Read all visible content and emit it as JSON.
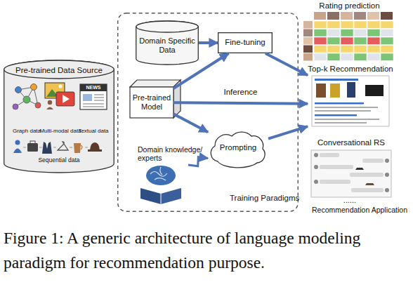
{
  "diagram": {
    "caption": "Figure 1: A generic architecture of language modeling paradigm for recommendation purpose.",
    "nodes": [
      {
        "text": [
          "Pre-trained Data Source",
          "Graph data",
          "Multi-modal data",
          "Textual data",
          "Sequential data"
        ]
      },
      {
        "text": [
          "Training Paradigms"
        ]
      },
      {
        "text": [
          "Domain Specific Data"
        ],
        "in": 1
      },
      {
        "text": [
          "Fine-tuning"
        ],
        "in": 1
      },
      {
        "text": [
          "Pre-trained Model"
        ],
        "in": 1
      },
      {
        "text": [
          "Prompting"
        ],
        "in": 1
      },
      {
        "text": [
          "Domain knowledge/ experts"
        ],
        "in": 1
      },
      {
        "text": [
          "Rating prediction"
        ]
      },
      {
        "text": [
          "Top-k Recommendation"
        ]
      },
      {
        "text": [
          "Conversational RS"
        ]
      }
    ],
    "edges": [
      {
        "from": 2,
        "to": 3,
        "arrow": "to"
      },
      {
        "from": 4,
        "to": 3,
        "arrow": "to"
      },
      {
        "from": 4,
        "to": 5,
        "arrow": "to"
      },
      {
        "from": 6,
        "to": 5,
        "arrow": "to"
      },
      {
        "from": 3,
        "to": 8,
        "arrow": "to"
      },
      {
        "from": 4,
        "to": 8,
        "label": "Inference",
        "arrow": "to"
      },
      {
        "from": 5,
        "to": 8,
        "arrow": "to"
      }
    ],
    "labels": [
      "NEWS",
      "......",
      "Recommendation Application"
    ]
  }
}
